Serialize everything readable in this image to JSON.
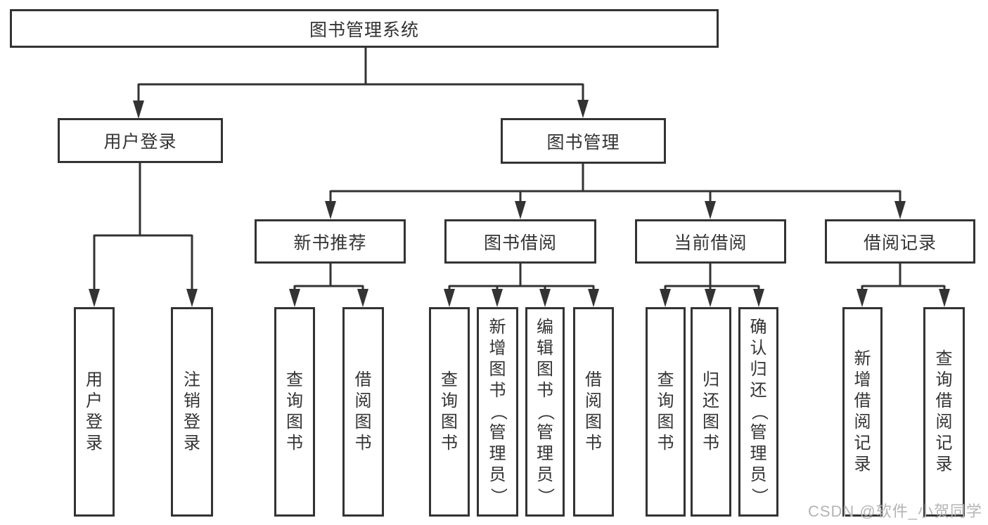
{
  "root": {
    "label": "图书管理系统"
  },
  "level2": {
    "user_login": {
      "label": "用户登录"
    },
    "book_mgmt": {
      "label": "图书管理"
    }
  },
  "level3": {
    "new_book_rec": {
      "label": "新书推荐"
    },
    "book_borrow": {
      "label": "图书借阅"
    },
    "current_borrow": {
      "label": "当前借阅"
    },
    "borrow_records": {
      "label": "借阅记录"
    }
  },
  "leaves": {
    "user_login": [
      "用户登录",
      "注销登录"
    ],
    "new_book_rec": [
      "查询图书",
      "借阅图书"
    ],
    "book_borrow": [
      "查询图书",
      "新增图书（管理员）",
      "编辑图书（管理员）",
      "借阅图书"
    ],
    "current_borrow": [
      "查询图书",
      "归还图书",
      "确认归还（管理员）"
    ],
    "borrow_records": [
      "新增借阅记录",
      "查询借阅记录"
    ]
  },
  "watermark": "CSDN @软件_小贺同学",
  "colors": {
    "line": "#333333",
    "text": "#333333",
    "watermark": "#b4b4b4",
    "background": "#ffffff"
  }
}
